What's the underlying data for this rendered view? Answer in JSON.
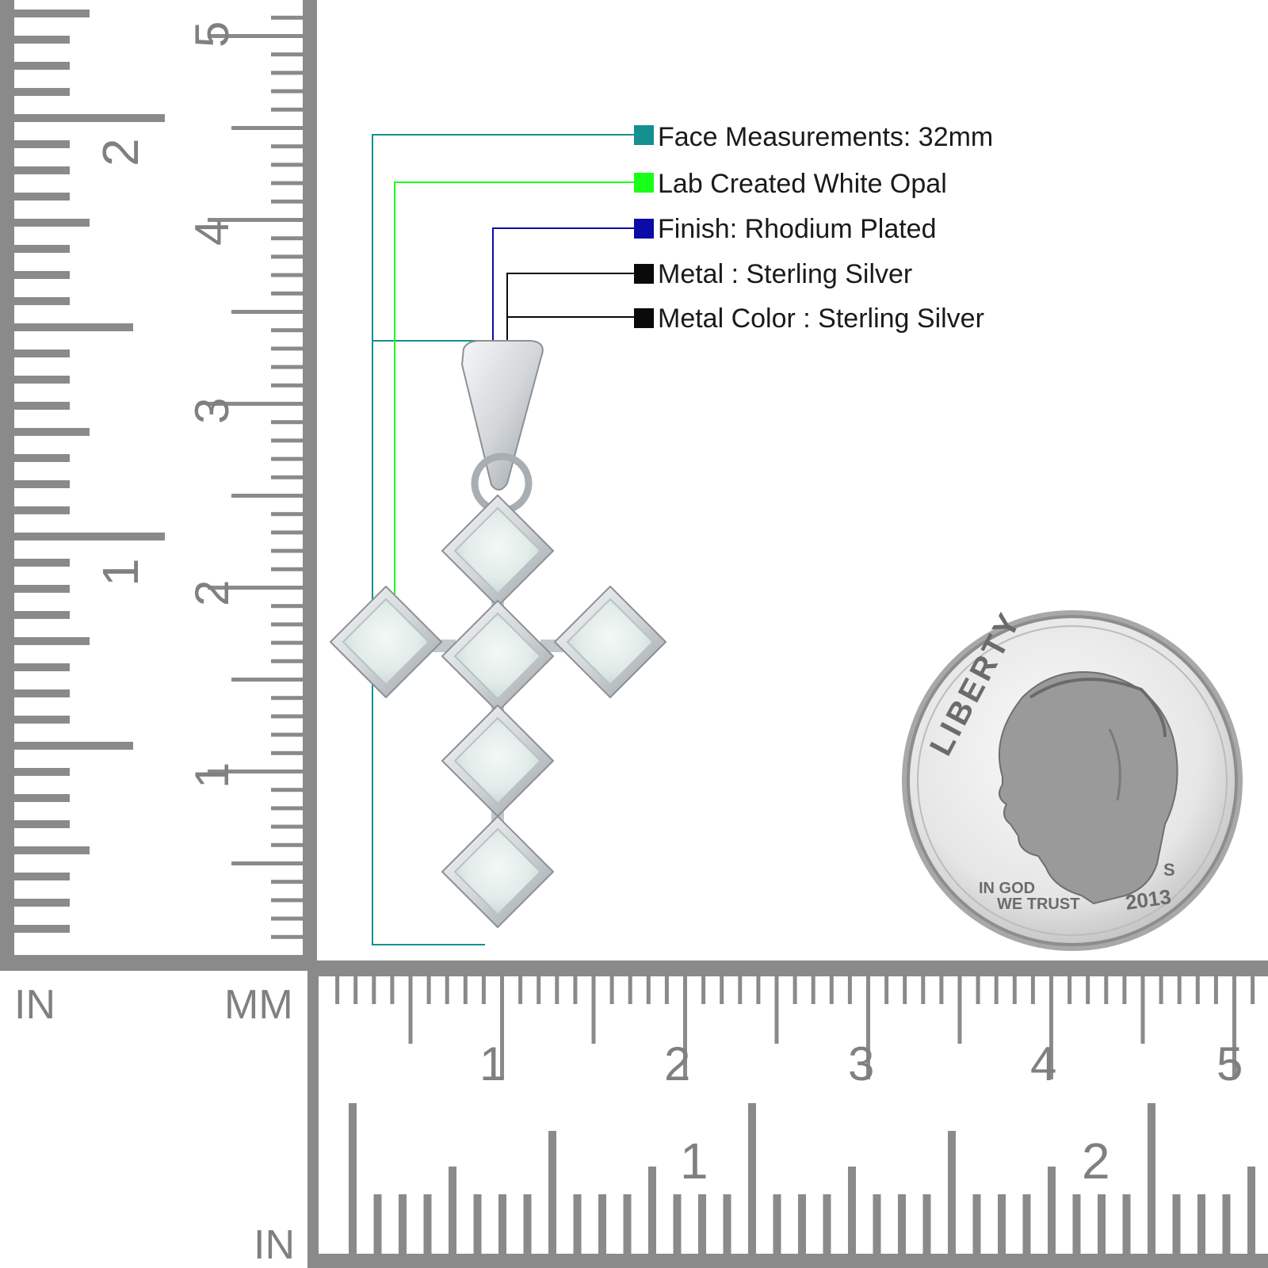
{
  "legend": {
    "items": [
      {
        "label": "Face Measurements: 32mm",
        "color": "#149090"
      },
      {
        "label": "Lab Created White Opal",
        "color": "#19ff19"
      },
      {
        "label": "Finish: Rhodium Plated",
        "color": "#0b0ba8"
      },
      {
        "label": "Metal : Sterling Silver",
        "color": "#0a0a0a"
      },
      {
        "label": "Metal Color : Sterling Silver",
        "color": "#0a0a0a"
      }
    ]
  },
  "rulers": {
    "left_unit": "IN",
    "corner_unit": "MM",
    "bottom_unit": "IN",
    "left_inch_labels": [
      "1",
      "2"
    ],
    "left_cm_labels": [
      "1",
      "2",
      "3",
      "4",
      "5"
    ],
    "bottom_cm_labels": [
      "1",
      "2",
      "3",
      "4",
      "5"
    ],
    "bottom_inch_labels": [
      "1",
      "2"
    ],
    "ruler_color": "#8a8a8a"
  },
  "coin": {
    "motto": "LIBERTY",
    "inscription_line1": "IN GOD",
    "inscription_line2": "WE TRUST",
    "year": "2013",
    "mint_mark": "S"
  },
  "pendant": {
    "stone_count": 6,
    "stone_color": "#e8f0ee",
    "metal_color": "#cfd3d6"
  }
}
